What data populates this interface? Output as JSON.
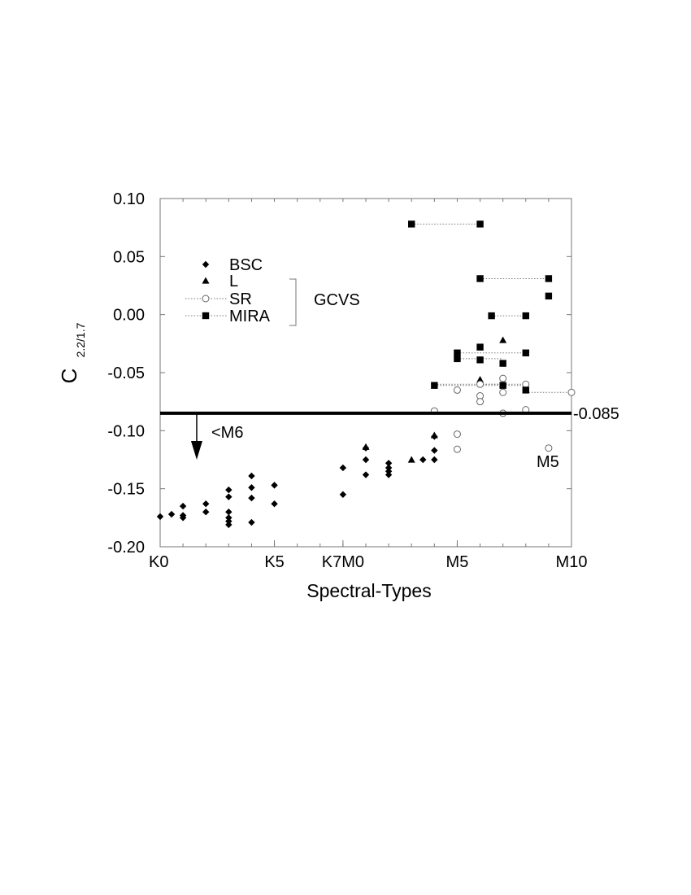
{
  "chart_data": {
    "type": "scatter",
    "title": "",
    "xlabel": "Spectral-Types",
    "ylabel_main": "C",
    "ylabel_sub": "2.2/1.7",
    "x_units": "spectral subtype index (K0=0 ... K7=7, M0=8 ... M10=18)",
    "xlim": [
      0,
      18
    ],
    "ylim": [
      -0.2,
      0.1
    ],
    "x_ticks": [
      {
        "x": 0,
        "label": "K0"
      },
      {
        "x": 5,
        "label": "K5"
      },
      {
        "x": 8,
        "label": "K7M0"
      },
      {
        "x": 13,
        "label": "M5"
      },
      {
        "x": 18,
        "label": "M10"
      }
    ],
    "y_ticks": [
      {
        "y": 0.1,
        "label": "0.10"
      },
      {
        "y": 0.05,
        "label": "0.05"
      },
      {
        "y": 0.0,
        "label": "0.00"
      },
      {
        "y": -0.05,
        "label": "-0.05"
      },
      {
        "y": -0.1,
        "label": "-0.10"
      },
      {
        "y": -0.15,
        "label": "-0.15"
      },
      {
        "y": -0.2,
        "label": "-0.20"
      }
    ],
    "grid": false,
    "legend": {
      "placement": "upper-left",
      "group_label": "GCVS",
      "entries": [
        {
          "name": "BSC",
          "marker": "diamond"
        },
        {
          "name": "L",
          "marker": "triangle"
        },
        {
          "name": "SR",
          "marker": "open-circle",
          "dotted": true
        },
        {
          "name": "MIRA",
          "marker": "square",
          "dotted": true
        }
      ]
    },
    "threshold": {
      "y": -0.085,
      "label": "-0.085"
    },
    "arrow_note": {
      "x": 1.6,
      "label": "<M6"
    },
    "point_note": {
      "x": 17,
      "y": -0.122,
      "label": "M5"
    },
    "series": [
      {
        "name": "BSC",
        "marker": "diamond",
        "points": [
          [
            0,
            -0.174
          ],
          [
            0.5,
            -0.172
          ],
          [
            1,
            -0.165
          ],
          [
            1,
            -0.173
          ],
          [
            1,
            -0.175
          ],
          [
            2,
            -0.163
          ],
          [
            2,
            -0.17
          ],
          [
            3,
            -0.151
          ],
          [
            3,
            -0.157
          ],
          [
            3,
            -0.17
          ],
          [
            3,
            -0.175
          ],
          [
            3,
            -0.178
          ],
          [
            3,
            -0.181
          ],
          [
            4,
            -0.139
          ],
          [
            4,
            -0.149
          ],
          [
            4,
            -0.158
          ],
          [
            4,
            -0.179
          ],
          [
            5,
            -0.147
          ],
          [
            5,
            -0.163
          ],
          [
            8,
            -0.132
          ],
          [
            8,
            -0.155
          ],
          [
            9,
            -0.115
          ],
          [
            9,
            -0.125
          ],
          [
            9,
            -0.138
          ],
          [
            10,
            -0.128
          ],
          [
            10,
            -0.132
          ],
          [
            10,
            -0.135
          ],
          [
            10,
            -0.138
          ],
          [
            11.5,
            -0.125
          ],
          [
            12,
            -0.105
          ],
          [
            12,
            -0.117
          ],
          [
            12,
            -0.125
          ]
        ]
      },
      {
        "name": "L",
        "marker": "triangle",
        "points": [
          [
            9,
            -0.114
          ],
          [
            11,
            -0.125
          ],
          [
            12,
            -0.104
          ],
          [
            14,
            -0.056
          ],
          [
            15,
            -0.022
          ],
          [
            15,
            -0.06
          ]
        ]
      },
      {
        "name": "SR",
        "marker": "open-circle",
        "points": [
          [
            12,
            -0.083
          ],
          [
            13,
            -0.065
          ],
          [
            13,
            -0.103
          ],
          [
            13,
            -0.116
          ],
          [
            14,
            -0.06
          ],
          [
            14,
            -0.07
          ],
          [
            14,
            -0.075
          ],
          [
            15,
            -0.055
          ],
          [
            15,
            -0.067
          ],
          [
            15,
            -0.085
          ],
          [
            16,
            -0.06
          ],
          [
            16,
            -0.082
          ],
          [
            17,
            -0.115
          ],
          [
            18,
            -0.067
          ]
        ],
        "ranges": [
          {
            "from": 12,
            "to": 15,
            "y": -0.06
          },
          {
            "from": 14,
            "to": 16,
            "y": -0.06
          },
          {
            "from": 16,
            "to": 18,
            "y": -0.067
          }
        ]
      },
      {
        "name": "MIRA",
        "marker": "square",
        "points": [
          [
            11,
            0.078
          ],
          [
            14,
            0.078
          ],
          [
            14,
            0.031
          ],
          [
            17,
            0.031
          ],
          [
            17,
            0.016
          ],
          [
            14.5,
            -0.001
          ],
          [
            16,
            -0.001
          ],
          [
            13,
            -0.033
          ],
          [
            13,
            -0.038
          ],
          [
            14,
            -0.028
          ],
          [
            14,
            -0.039
          ],
          [
            15,
            -0.042
          ],
          [
            15,
            -0.061
          ],
          [
            16,
            -0.033
          ],
          [
            16,
            -0.065
          ],
          [
            12,
            -0.061
          ]
        ],
        "ranges": [
          {
            "from": 11,
            "to": 14,
            "y": 0.078
          },
          {
            "from": 14,
            "to": 17,
            "y": 0.031
          },
          {
            "from": 14.5,
            "to": 16,
            "y": -0.001
          },
          {
            "from": 13,
            "to": 16,
            "y": -0.033
          },
          {
            "from": 13,
            "to": 15,
            "y": -0.038
          },
          {
            "from": 12,
            "to": 16,
            "y": -0.061
          }
        ]
      }
    ]
  }
}
